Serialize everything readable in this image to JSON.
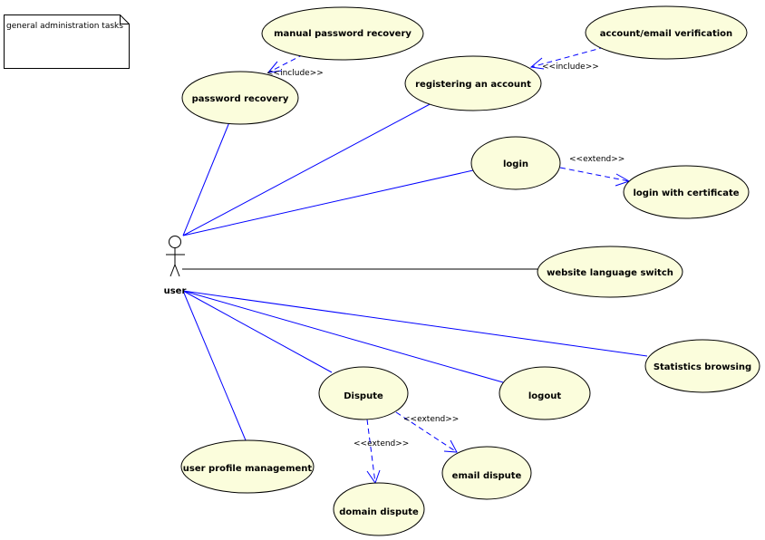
{
  "note": {
    "text": "general administration tasks"
  },
  "actor": {
    "name": "user"
  },
  "use_cases": {
    "manual_password_recovery": "manual password recovery",
    "password_recovery": "password recovery",
    "registering_account": "registering an account",
    "account_email_verification": "account/email verification",
    "login": "login",
    "login_with_certificate": "login with certificate",
    "website_language_switch": "website language switch",
    "statistics_browsing": "Statistics browsing",
    "dispute": "Dispute",
    "logout": "logout",
    "user_profile_management": "user profile management",
    "email_dispute": "email dispute",
    "domain_dispute": "domain dispute"
  },
  "relations": {
    "include": "<<include>>",
    "extend": "<<extend>>"
  },
  "colors": {
    "use_case_fill": "#fbfddc",
    "association": "#0000ff"
  }
}
